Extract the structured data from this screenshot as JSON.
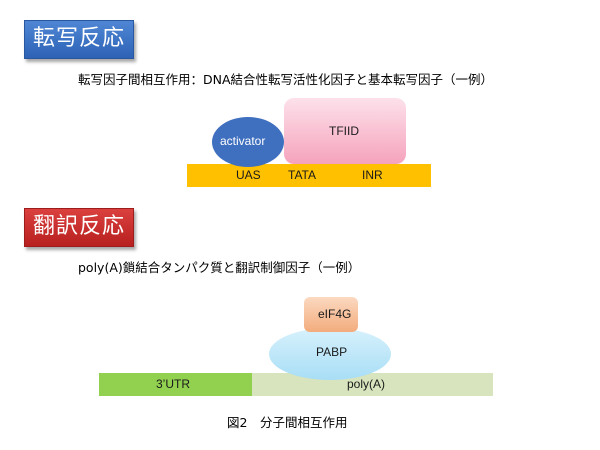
{
  "section1": {
    "heading": "転写反応",
    "heading_color": "#3a6fc4",
    "caption": "転写因子間相互作用：DNA結合性転写活性化因子と基本転写因子（一例）",
    "dna_bar_color": "#ffc000",
    "dna_regions": [
      "UAS",
      "TATA",
      "INR"
    ],
    "activator": {
      "label": "activator",
      "color": "#3f6fbf"
    },
    "tfiid": {
      "label": "TFIID",
      "color": "#f8b7cc"
    }
  },
  "section2": {
    "heading": "翻訳反応",
    "heading_color": "#c62d2c",
    "caption": "poly(A)鎖結合タンパク質と翻訳制御因子（一例）",
    "utr": {
      "label": "3’UTR",
      "color": "#92d050"
    },
    "polya": {
      "label": "poly(A)",
      "color": "#d7e4bd"
    },
    "pabp": {
      "label": "PABP",
      "color": "#bde6f8"
    },
    "eif4g": {
      "label": "eIF4G",
      "color": "#f7c19a"
    }
  },
  "figure_caption": "図2　分子間相互作用"
}
